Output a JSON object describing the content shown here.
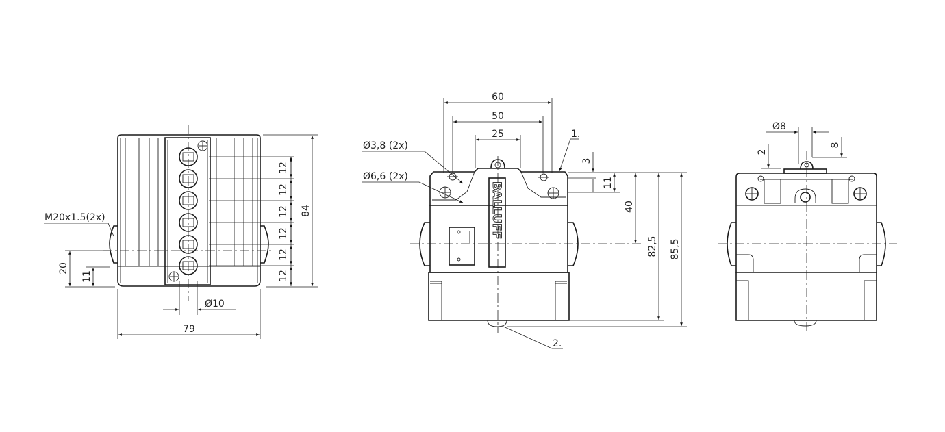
{
  "drawing": {
    "brand": "BALLUFF",
    "views": {
      "side_view": {
        "labels": {
          "thread": "M20x1.5(2x)",
          "dim_20": "20",
          "dim_11": "11",
          "dim_diameter_10": "Ø10",
          "dim_width_79": "79",
          "dim_height_84": "84",
          "dim_pitch": [
            "12",
            "12",
            "12",
            "12",
            "12",
            "12"
          ]
        }
      },
      "front_view": {
        "labels": {
          "dim_60": "60",
          "dim_50": "50",
          "dim_25": "25",
          "hole_small": "Ø3,8 (2x)",
          "hole_large": "Ø6,6 (2x)",
          "callout_1": "1.",
          "callout_2": "2.",
          "dim_3": "3",
          "dim_11": "11",
          "dim_40": "40",
          "dim_82_5": "82,5",
          "dim_85_5": "85,5"
        }
      },
      "rear_view": {
        "labels": {
          "dim_diameter_8": "Ø8",
          "dim_2": "2",
          "dim_8": "8"
        }
      }
    }
  }
}
